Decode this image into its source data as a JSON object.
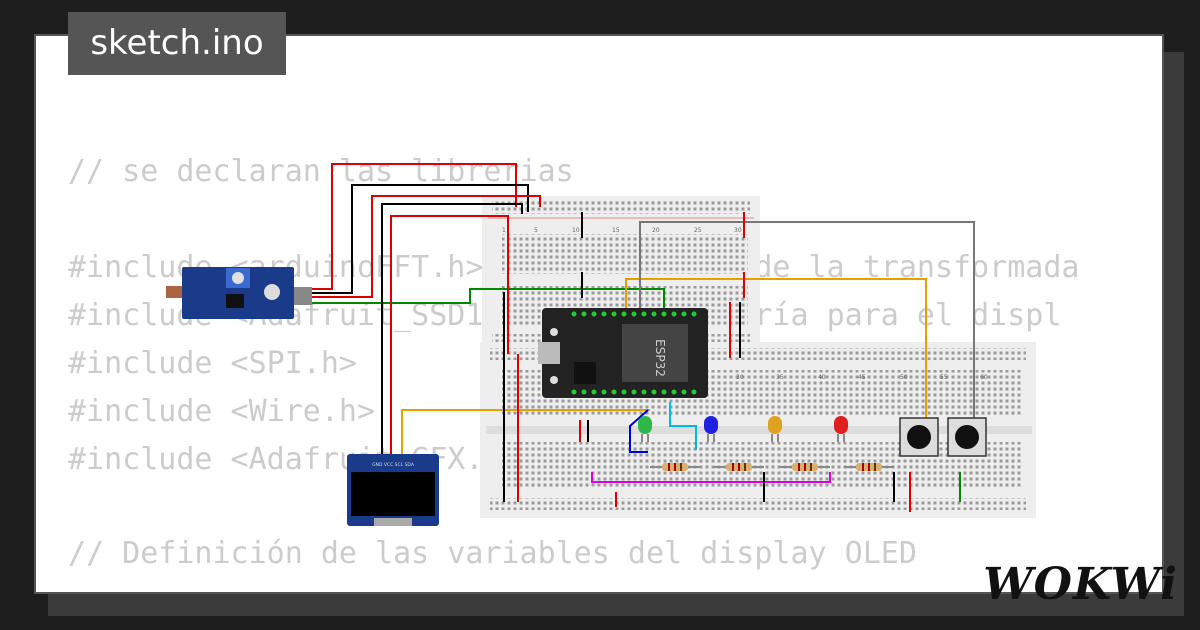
{
  "header": {
    "title": "sketch.ino"
  },
  "code_lines": [
    "// se declaran las librerias",
    "",
    "#include <arduinoFFT.h>   // Librería de la transformada",
    "#include <Adafruit_SSD1306.h> // Librería para el displ",
    "#include <SPI.h>",
    "#include <Wire.h>",
    "#include <Adafruit_GFX.h>",
    "",
    "",
    "// Definición de las variables del display OLED"
  ],
  "components": {
    "mcu_label": "ESP32",
    "oled_pins": "GND VCC SCL SDA",
    "breadboard_top_numbers": [
      "1",
      "5",
      "10",
      "15",
      "20",
      "25",
      "30"
    ],
    "breadboard_bottom_numbers": [
      "30",
      "35",
      "40",
      "45",
      "50",
      "55",
      "60"
    ],
    "leds": [
      {
        "color": "#2fb84a"
      },
      {
        "color": "#2020e0"
      },
      {
        "color": "#e0a020"
      },
      {
        "color": "#e02020"
      }
    ]
  },
  "brand": {
    "name": "WOKWi"
  },
  "colors": {
    "background": "#1e1e1e",
    "card": "#ffffff",
    "tag": "#555555",
    "code_text": "#cccccc"
  }
}
